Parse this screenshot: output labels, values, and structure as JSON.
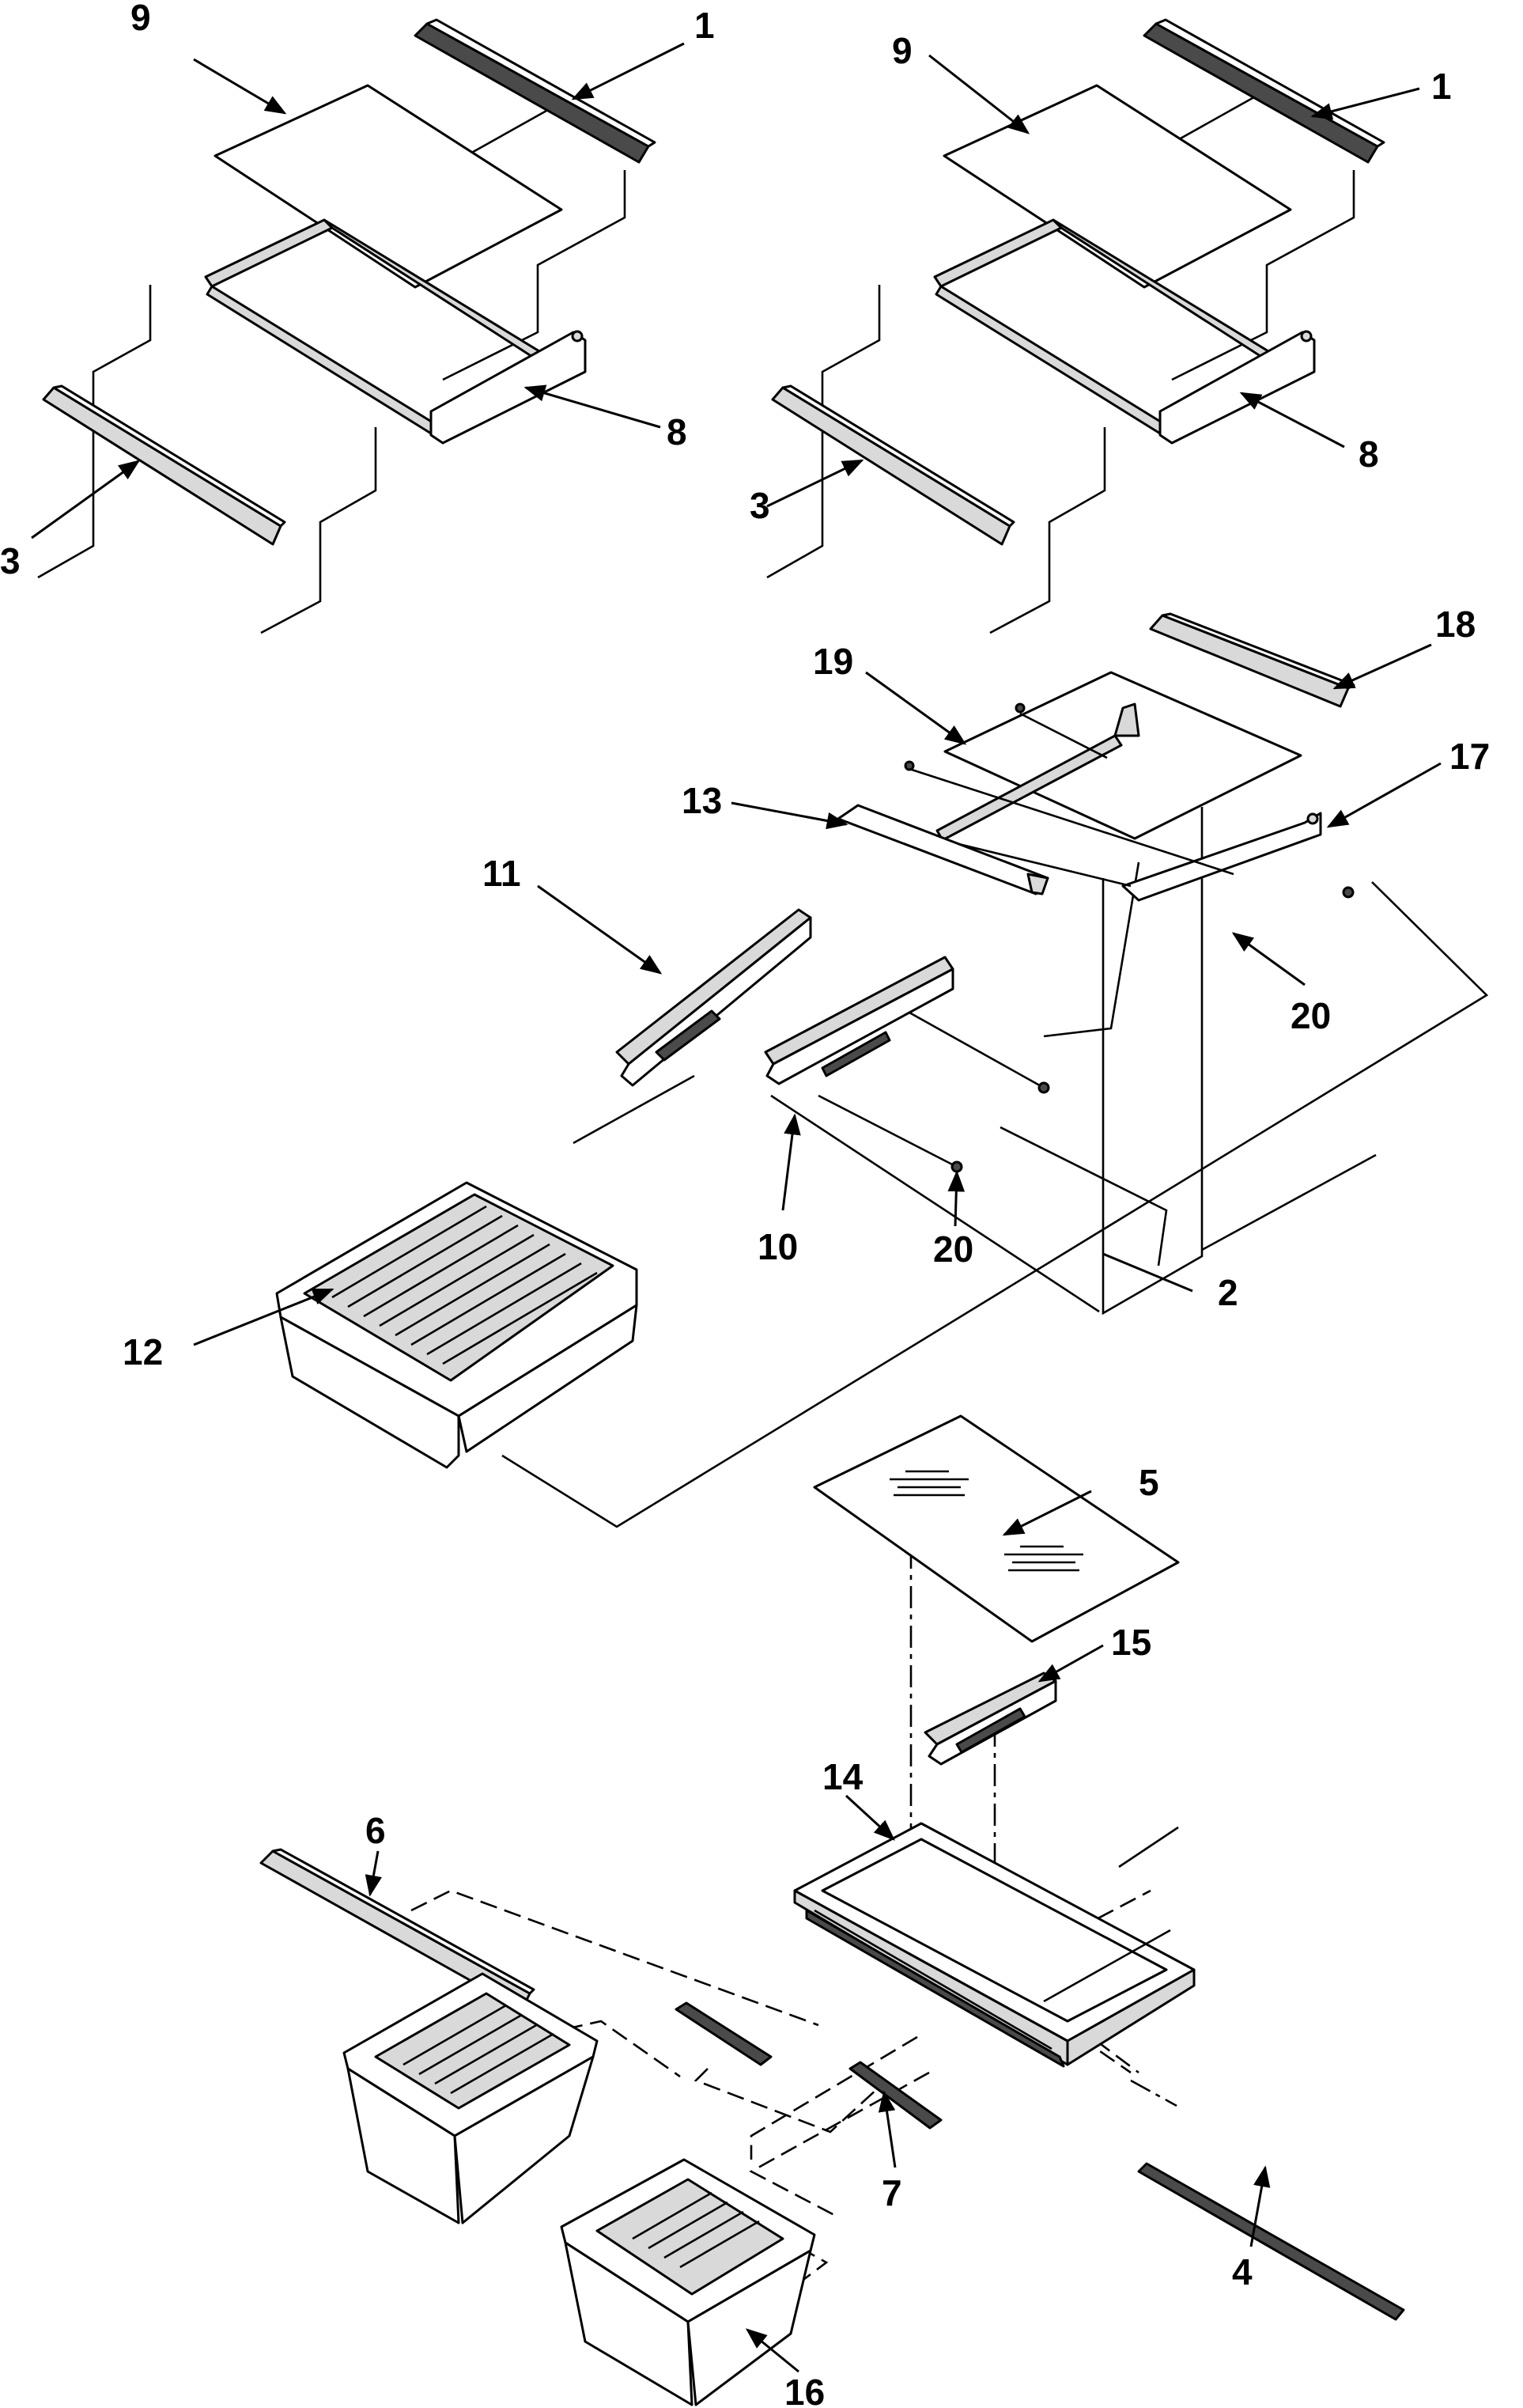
{
  "callouts": {
    "c1a": "1",
    "c9a": "9",
    "c8a": "8",
    "c3a": "3",
    "c1b": "1",
    "c9b": "9",
    "c8b": "8",
    "c3b": "3",
    "c18": "18",
    "c19": "19",
    "c17": "17",
    "c13": "13",
    "c11": "11",
    "c20a": "20",
    "c20b": "20",
    "c10": "10",
    "c2": "2",
    "c12": "12",
    "c5": "5",
    "c15": "15",
    "c14": "14",
    "c6": "6",
    "c7": "7",
    "c4": "4",
    "c16": "16"
  }
}
